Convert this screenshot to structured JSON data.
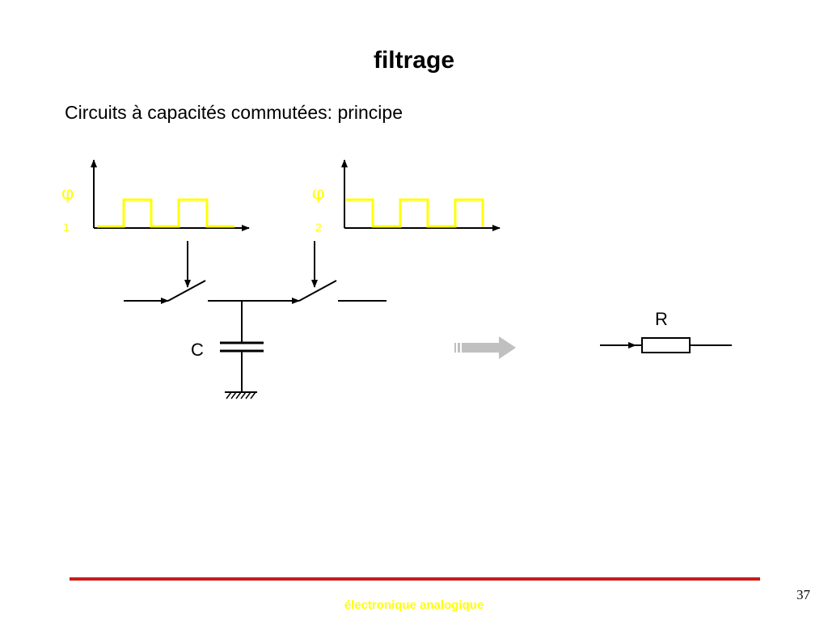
{
  "slide": {
    "title": "filtrage",
    "subtitle": "Circuits à capacités commutées: principe",
    "footer": "électronique analogique",
    "page_number": "37"
  },
  "diagram": {
    "phase1": {
      "symbol": "φ",
      "index": "1"
    },
    "phase2": {
      "symbol": "φ",
      "index": "2"
    },
    "capacitor_label": "C",
    "resistor_label": "R",
    "colors": {
      "clock_signal": "#ffff00",
      "wire": "#000000",
      "equivalence_arrow": "#c0c0c0",
      "footer_rule": "#cc1a1a"
    }
  }
}
